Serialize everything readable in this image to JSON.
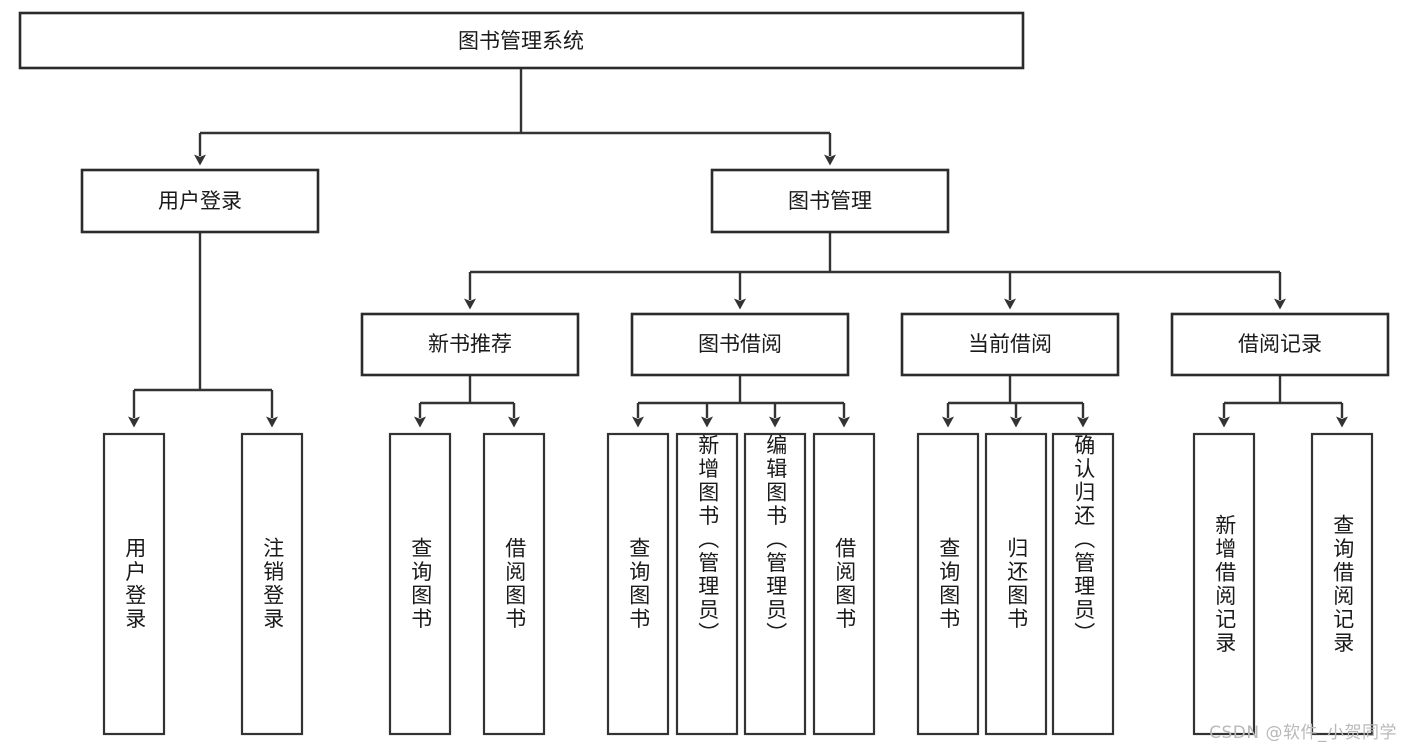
{
  "diagram": {
    "type": "tree-hierarchy",
    "title_node": {
      "id": "root",
      "label": "图书管理系统"
    },
    "level2": [
      {
        "id": "user-login",
        "label": "用户登录"
      },
      {
        "id": "book-manage",
        "label": "图书管理"
      }
    ],
    "level3": [
      {
        "id": "new-book-recommend",
        "label": "新书推荐",
        "parent": "book-manage"
      },
      {
        "id": "book-borrow",
        "label": "图书借阅",
        "parent": "book-manage"
      },
      {
        "id": "current-borrow",
        "label": "当前借阅",
        "parent": "book-manage"
      },
      {
        "id": "borrow-record",
        "label": "借阅记录",
        "parent": "book-manage"
      }
    ],
    "leaves": {
      "user-login": [
        {
          "id": "leaf-user-login",
          "label": "用户登录"
        },
        {
          "id": "leaf-logout-login",
          "label": "注销登录"
        }
      ],
      "new-book-recommend": [
        {
          "id": "leaf-query-book-1",
          "label": "查询图书"
        },
        {
          "id": "leaf-borrow-book-1",
          "label": "借阅图书"
        }
      ],
      "book-borrow": [
        {
          "id": "leaf-query-book-2",
          "label": "查询图书"
        },
        {
          "id": "leaf-add-book",
          "label": "新增图书（管理员）"
        },
        {
          "id": "leaf-edit-book",
          "label": "编辑图书（管理员）"
        },
        {
          "id": "leaf-borrow-book-2",
          "label": "借阅图书"
        }
      ],
      "current-borrow": [
        {
          "id": "leaf-query-book-3",
          "label": "查询图书"
        },
        {
          "id": "leaf-return-book",
          "label": "归还图书"
        },
        {
          "id": "leaf-confirm-return",
          "label": "确认归还（管理员）"
        }
      ],
      "borrow-record": [
        {
          "id": "leaf-add-record",
          "label": "新增借阅记录"
        },
        {
          "id": "leaf-query-record",
          "label": "查询借阅记录"
        }
      ]
    }
  },
  "watermark": {
    "text": "CSDN @软件_小贺同学"
  },
  "colors": {
    "box_stroke": "#2b2b2b",
    "connector": "#333333",
    "text": "#1a1a1a",
    "background": "#ffffff",
    "watermark": "#b9b9b9"
  }
}
